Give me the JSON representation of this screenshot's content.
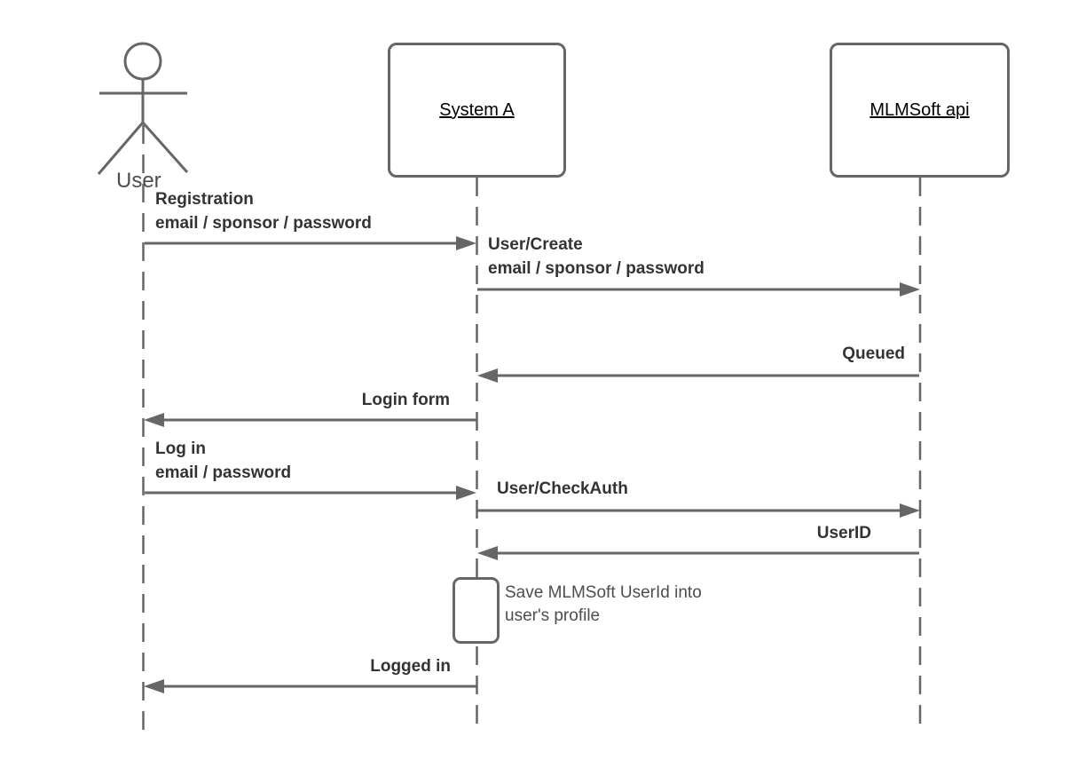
{
  "participants": {
    "user": {
      "label": "User",
      "kind": "actor"
    },
    "system_a": {
      "label": "System A",
      "kind": "object"
    },
    "mlmsoft_api": {
      "label": "MLMSoft api",
      "kind": "object"
    }
  },
  "messages": {
    "registration": {
      "from": "user",
      "to": "system_a",
      "label": "Registration\nemail / sponsor / password"
    },
    "user_create": {
      "from": "system_a",
      "to": "mlmsoft_api",
      "label": "User/Create\nemail / sponsor / password"
    },
    "queued": {
      "from": "mlmsoft_api",
      "to": "system_a",
      "label": "Queued"
    },
    "login_form": {
      "from": "system_a",
      "to": "user",
      "label": "Login form"
    },
    "log_in": {
      "from": "user",
      "to": "system_a",
      "label": "Log in\nemail / password"
    },
    "user_check_auth": {
      "from": "system_a",
      "to": "mlmsoft_api",
      "label": "User/CheckAuth"
    },
    "user_id": {
      "from": "mlmsoft_api",
      "to": "system_a",
      "label": "UserID"
    },
    "logged_in": {
      "from": "system_a",
      "to": "user",
      "label": "Logged in"
    }
  },
  "note": {
    "label": "Save MLMSoft UserId into\nuser's profile"
  },
  "colors": {
    "stroke": "#666666",
    "message_label": "#333333",
    "participant_label": "#000000",
    "actor_label": "#4d4d4d",
    "note_text": "#4d4d4d",
    "background": "#ffffff"
  }
}
